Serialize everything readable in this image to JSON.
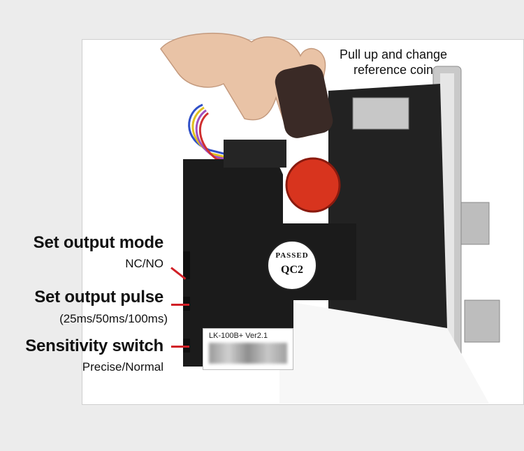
{
  "callout_top": {
    "line1": "Pull up and change",
    "line2": "reference coin"
  },
  "labels": [
    {
      "title": "Set output mode",
      "subtitle": "NC/NO"
    },
    {
      "title": "Set output pulse",
      "subtitle": "(25ms/50ms/100ms)"
    },
    {
      "title": "Sensitivity switch",
      "subtitle": "Precise/Normal"
    }
  ],
  "product": {
    "model": "LK-100B+ Ver2.1",
    "badge_line1": "PASSED",
    "badge_line2": "QC2"
  },
  "colors": {
    "marker_red": "#d11f26",
    "body_black": "#1b1b1b",
    "coin_red": "#d8341e",
    "page_bg": "#ececec"
  }
}
